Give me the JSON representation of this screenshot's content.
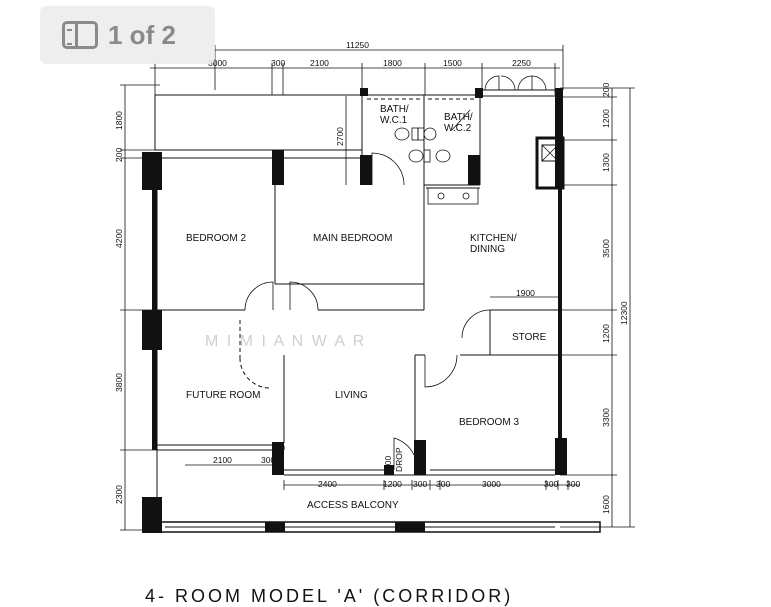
{
  "viewer": {
    "page_indicator": "1 of 2",
    "icon": "gallery-icon"
  },
  "plan": {
    "rooms": {
      "bath_wc1_a": "BATH/",
      "bath_wc1_b": "W.C.1",
      "bath_wc2_a": "BATH/",
      "bath_wc2_b": "W.C.2",
      "bedroom2": "BEDROOM  2",
      "main_bedroom": "MAIN BEDROOM",
      "kitchen_a": "KITCHEN/",
      "kitchen_b": "DINING",
      "store": "STORE",
      "future_room": "FUTURE ROOM",
      "living": "LIVING",
      "bedroom3": "BEDROOM 3",
      "access_balcony": "ACCESS BALCONY",
      "drop": "DROP",
      "drop_dim": "100"
    },
    "top_dimensions": {
      "overall": "11250",
      "segments": [
        "3000",
        "300",
        "2100",
        "1800",
        "1500",
        "2250"
      ]
    },
    "left_dimensions": [
      "1800",
      "200",
      "4200",
      "3800",
      "2300"
    ],
    "right_dimensions": {
      "inner": [
        "200",
        "1200",
        "1300",
        "3500",
        "1200",
        "3300",
        "1600"
      ],
      "overall": "12300"
    },
    "inner_dimensions": {
      "bath_height": "2700",
      "store_width": "1900",
      "future_room_width": "2100",
      "future_room_wall": "300"
    },
    "bottom_dimensions": [
      "2400",
      "1200",
      "300",
      "300",
      "3000",
      "300",
      "300"
    ],
    "watermark": "M I M I   A N W A R",
    "caption": "4- ROOM  MODEL  'A'  (CORRIDOR)"
  }
}
